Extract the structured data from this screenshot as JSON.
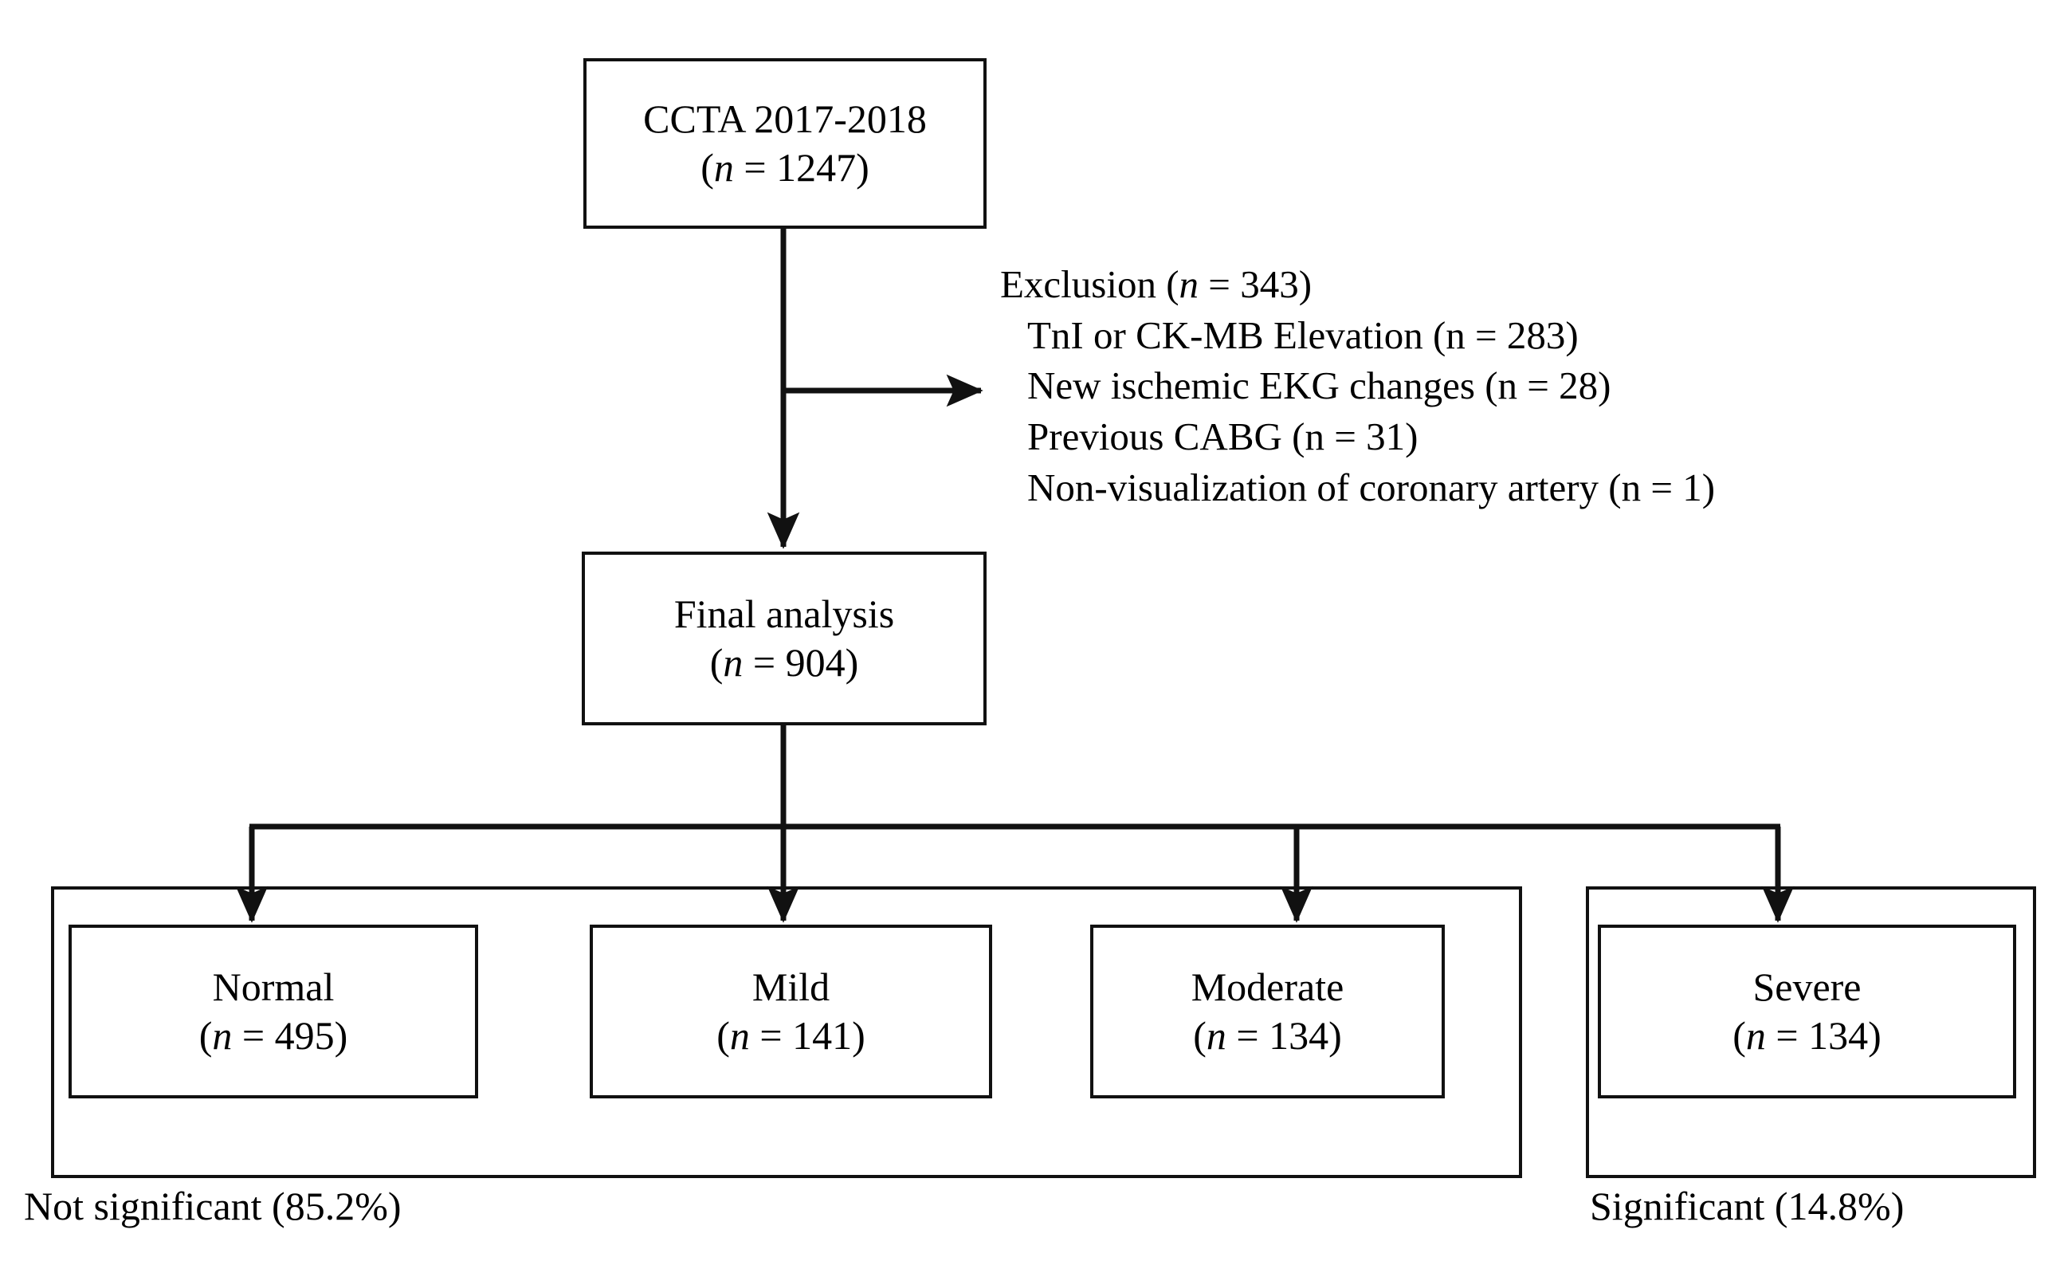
{
  "figure": {
    "type": "flowchart",
    "title": "CCTA patient selection flow diagram",
    "stroke_color": "#111111",
    "background_color": "#ffffff"
  },
  "nodes": {
    "source": {
      "label": "CCTA 2017-2018",
      "count_prefix": "(",
      "count_n": "n",
      "count_eq": " = ",
      "count_value": "1247",
      "count_suffix": ")",
      "count_line": "(n = 1247)"
    },
    "final": {
      "label": "Final analysis",
      "count_n": "n",
      "count_value": "904",
      "count_line": "(n = 904)"
    }
  },
  "exclusion": {
    "heading_text": "Exclusion (",
    "heading_n": "n",
    "heading_rest": " = 343)",
    "heading_full": "Exclusion (n = 343)",
    "total": "343",
    "items": [
      {
        "label": "TnI or CK-MB Elevation",
        "count_line": "(n = 283)",
        "count_value": "283"
      },
      {
        "label": "New ischemic EKG changes",
        "count_line": "(n = 28)",
        "count_value": "28"
      },
      {
        "label": "Previous CABG",
        "count_line": "(n = 31)",
        "count_value": "31"
      },
      {
        "label": "Non-visualization of coronary artery",
        "count_line": "(n = 1)",
        "count_value": "1"
      }
    ],
    "lines": [
      "TnI or CK-MB Elevation (n = 283)",
      "New ischemic EKG changes (n = 28)",
      "Previous CABG (n = 31)",
      "Non-visualization of coronary artery (n = 1)"
    ]
  },
  "categories": [
    {
      "label": "Normal",
      "count_n": "n",
      "count_value": "495",
      "count_line": "(n = 495)"
    },
    {
      "label": "Mild",
      "count_n": "n",
      "count_value": "141",
      "count_line": "(n = 141)"
    },
    {
      "label": "Moderate",
      "count_n": "n",
      "count_value": "134",
      "count_line": "(n = 134)"
    },
    {
      "label": "Severe",
      "count_n": "n",
      "count_value": "134",
      "count_line": "(n = 134)"
    }
  ],
  "groups": [
    {
      "caption": "Not significant (85.2%)",
      "percent": "85.2%",
      "members": [
        "Normal",
        "Mild",
        "Moderate"
      ]
    },
    {
      "caption": "Significant (14.8%)",
      "percent": "14.8%",
      "members": [
        "Severe"
      ]
    }
  ],
  "chart_data": {
    "type": "flowchart",
    "title": "CCTA 2017-2018 patient selection",
    "total_screened": 1247,
    "excluded_total": 343,
    "final_analysis": 904,
    "exclusion_reasons": [
      {
        "reason": "TnI or CK-MB Elevation",
        "n": 283
      },
      {
        "reason": "New ischemic EKG changes",
        "n": 28
      },
      {
        "reason": "Previous CABG",
        "n": 31
      },
      {
        "reason": "Non-visualization of coronary artery",
        "n": 1
      }
    ],
    "categories": [
      "Normal",
      "Mild",
      "Moderate",
      "Severe"
    ],
    "values": [
      495,
      141,
      134,
      134
    ],
    "groupings": [
      {
        "name": "Not significant",
        "percent": 85.2,
        "categories": [
          "Normal",
          "Mild",
          "Moderate"
        ]
      },
      {
        "name": "Significant",
        "percent": 14.8,
        "categories": [
          "Severe"
        ]
      }
    ]
  }
}
